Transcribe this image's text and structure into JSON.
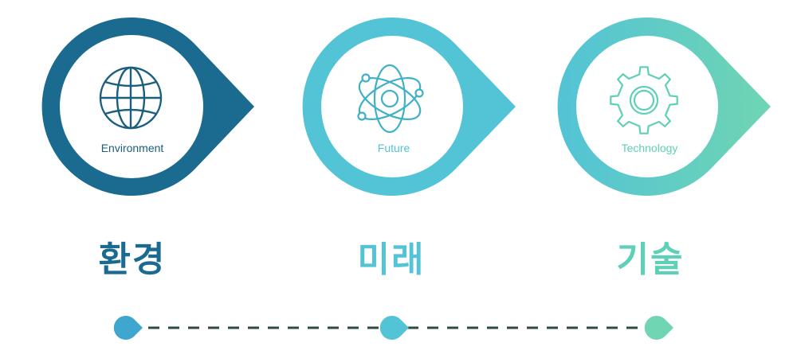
{
  "items": [
    {
      "label": "Environment",
      "title": "환경",
      "icon": "globe-icon",
      "color": "#1b6a90"
    },
    {
      "label": "Future",
      "title": "미래",
      "icon": "atom-icon",
      "color": "#53c3d6"
    },
    {
      "label": "Technology",
      "title": "기술",
      "icon": "gear-icon",
      "color": "#5fd0b8"
    }
  ],
  "colors": {
    "pin_1": "#1b6a90",
    "pin_2": "#53c3d6",
    "pin_3_start": "#53c3d6",
    "pin_3_end": "#6fd5b2",
    "dot_1": "#3fa7cf",
    "dot_2": "#53c3d6",
    "dot_3": "#6fd5b2",
    "timeline": "#2f4a3f"
  }
}
